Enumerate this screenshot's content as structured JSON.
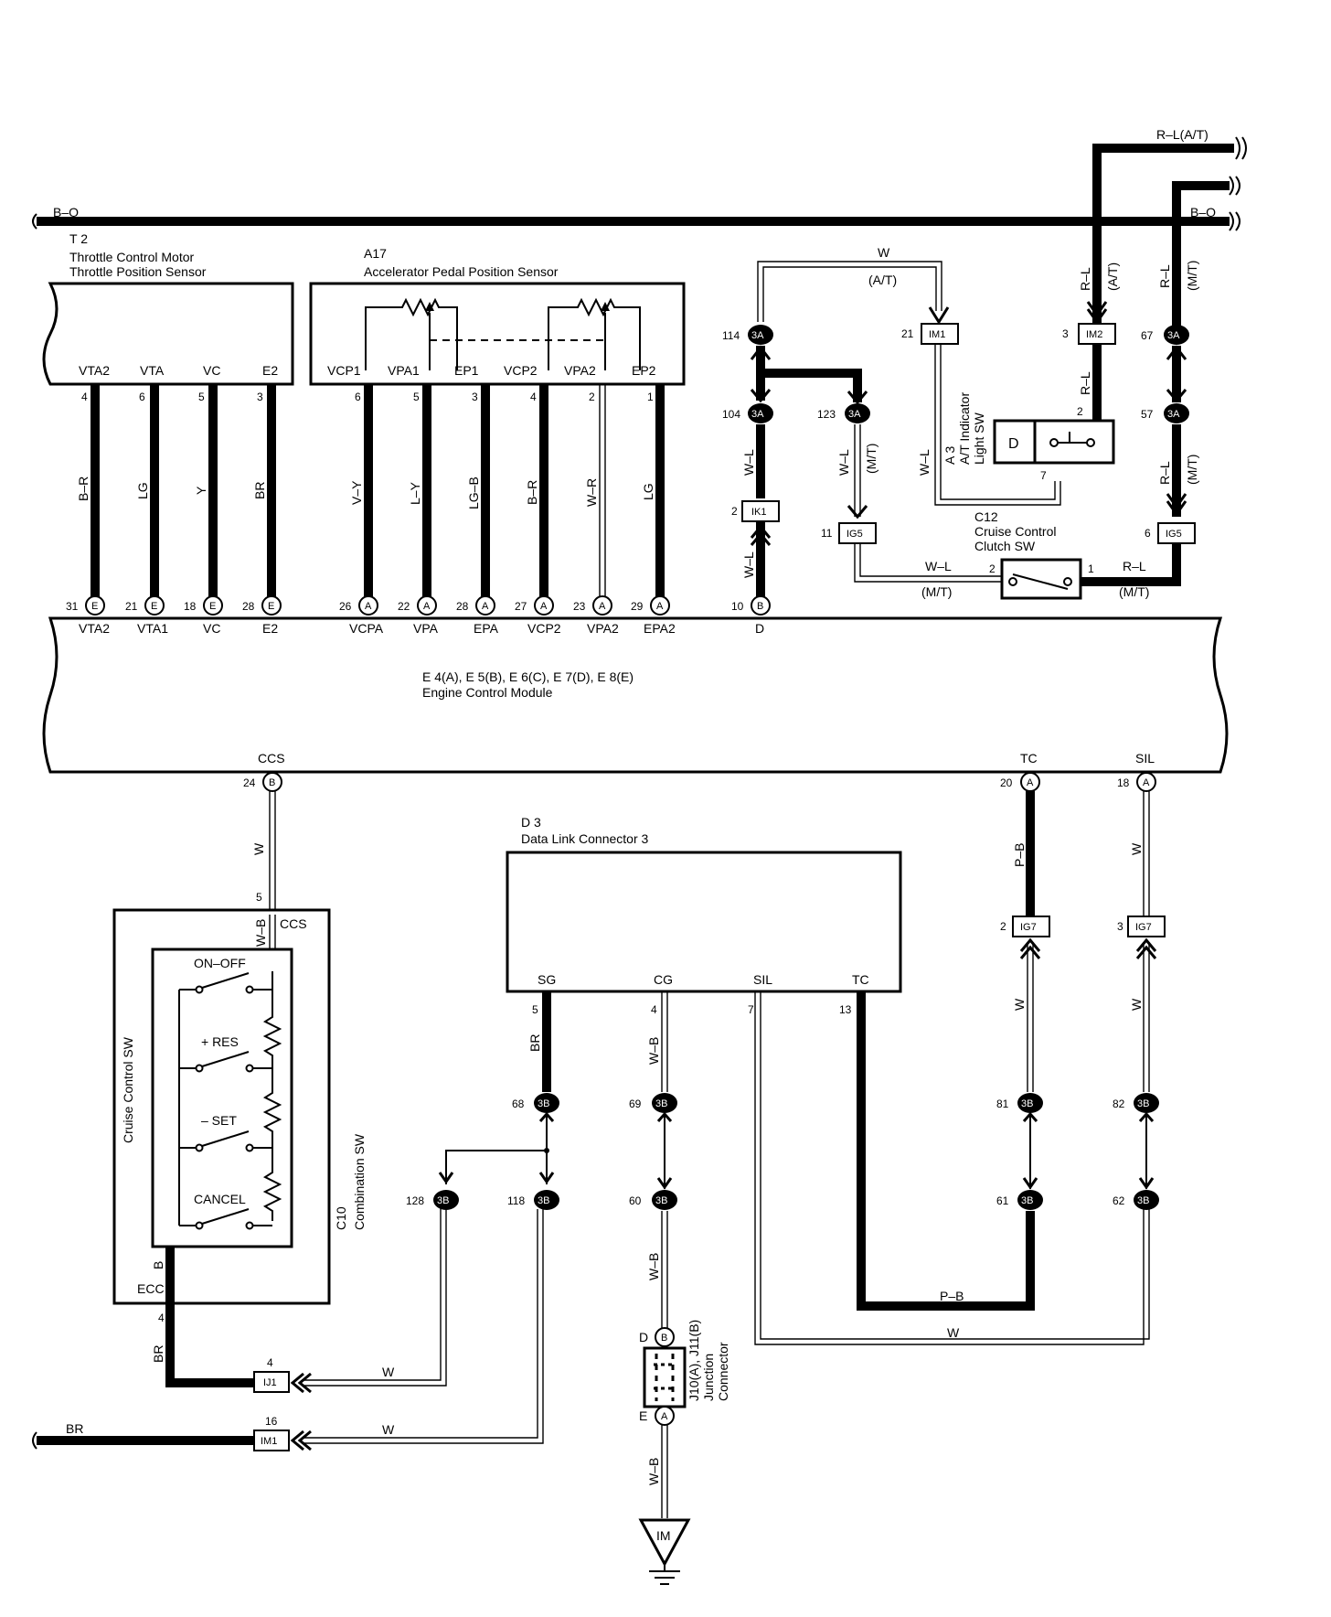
{
  "wires": {
    "b_o_left": "B–O",
    "b_o_right": "B–O",
    "r_l_at_top": "R–L(A/T)",
    "w_top": "W",
    "at_top": "(A/T)",
    "r_l_1": "R–L",
    "at_1": "(A/T)",
    "r_l_2": "R–L",
    "mt_2": "(M/T)",
    "r_l_3": "R–L",
    "r_l_4": "R–L",
    "mt_4": "(M/T)",
    "w_l_1": "W–L",
    "w_l_2": "W–L",
    "mt_wl2": "(M/T)",
    "w_l_3": "W–L",
    "w_l_4": "W–L",
    "w_l_5": "W–L",
    "mt_wl5": "(M/T)",
    "r_l_5": "R–L",
    "mt_rl5": "(M/T)",
    "t2_w1": "B–R",
    "t2_w2": "LG",
    "t2_w3": "Y",
    "t2_w4": "BR",
    "a17_w1": "V–Y",
    "a17_w2": "L–Y",
    "a17_w3": "LG–B",
    "a17_w4": "B–R",
    "a17_w5": "W–R",
    "a17_w6": "LG",
    "ccs_w": "W",
    "w_b_cc": "W–B",
    "b_ecc": "B",
    "br_ij1": "BR",
    "w_ij1": "W",
    "br_im1": "BR",
    "w_im1": "W",
    "br_sg": "BR",
    "w_b_cg": "W–B",
    "w_b_60": "W–B",
    "w_b_gnd": "W–B",
    "p_b_tc": "P–B",
    "p_b_bottom": "P–B",
    "w_bottom": "W",
    "w_sil1": "W",
    "w_ig7_l": "W",
    "w_ig7_r": "W"
  },
  "components": {
    "t2": {
      "id": "T 2",
      "name1": "Throttle Control Motor",
      "name2": "Throttle Position Sensor",
      "pins": [
        "VTA2",
        "VTA",
        "VC",
        "E2"
      ],
      "pin_nums": [
        "4",
        "6",
        "5",
        "3"
      ]
    },
    "a17": {
      "id": "A17",
      "name": "Accelerator Pedal Position Sensor",
      "pins": [
        "VCP1",
        "VPA1",
        "EP1",
        "VCP2",
        "VPA2",
        "EP2"
      ],
      "pin_nums": [
        "6",
        "5",
        "3",
        "4",
        "2",
        "1"
      ]
    },
    "a3": {
      "id": "A 3",
      "name1": "A/T Indicator",
      "name2": "Light SW",
      "d": "D",
      "pin2": "2",
      "pin7": "7"
    },
    "c12": {
      "id": "C12",
      "name1": "Cruise Control",
      "name2": "Clutch SW",
      "pin2": "2",
      "pin1": "1"
    },
    "ecm": {
      "name1": "E 4(A), E 5(B), E 6(C), E 7(D), E 8(E)",
      "name2": "Engine Control Module",
      "top_pins": [
        {
          "num": "31",
          "conn": "E",
          "label": "VTA2"
        },
        {
          "num": "21",
          "conn": "E",
          "label": "VTA1"
        },
        {
          "num": "18",
          "conn": "E",
          "label": "VC"
        },
        {
          "num": "28",
          "conn": "E",
          "label": "E2"
        },
        {
          "num": "26",
          "conn": "A",
          "label": "VCPA"
        },
        {
          "num": "22",
          "conn": "A",
          "label": "VPA"
        },
        {
          "num": "28",
          "conn": "A",
          "label": "EPA"
        },
        {
          "num": "27",
          "conn": "A",
          "label": "VCP2"
        },
        {
          "num": "23",
          "conn": "A",
          "label": "VPA2"
        },
        {
          "num": "29",
          "conn": "A",
          "label": "EPA2"
        },
        {
          "num": "10",
          "conn": "B",
          "label": "D"
        }
      ],
      "ccs": {
        "label": "CCS",
        "num": "24",
        "conn": "B"
      },
      "tc": {
        "label": "TC",
        "num": "20",
        "conn": "A"
      },
      "sil": {
        "label": "SIL",
        "num": "18",
        "conn": "A"
      }
    },
    "d3": {
      "id": "D 3",
      "name": "Data Link Connector 3",
      "pins": [
        "SG",
        "CG",
        "SIL",
        "TC"
      ],
      "pin_nums": [
        "5",
        "4",
        "7",
        "13"
      ]
    },
    "c10": {
      "id": "C10",
      "name": "Combination SW",
      "inner": "Cruise Control SW",
      "ccs": "CCS",
      "ecc": "ECC",
      "pin5": "5",
      "pin4": "4",
      "switches": [
        "ON–OFF",
        "+ RES",
        "– SET",
        "CANCEL"
      ]
    },
    "jc": {
      "name1": "J10(A), J11(B)",
      "name2": "Junction",
      "name3": "Connector",
      "d": "D",
      "e": "E",
      "b": "B",
      "a": "A"
    },
    "ground": {
      "label": "IM"
    }
  },
  "connectors": {
    "c3a_114": {
      "num": "114",
      "code": "3A"
    },
    "c3a_104": {
      "num": "104",
      "code": "3A"
    },
    "c3a_123": {
      "num": "123",
      "code": "3A"
    },
    "c3a_67": {
      "num": "67",
      "code": "3A"
    },
    "c3a_57": {
      "num": "57",
      "code": "3A"
    },
    "im1_21": {
      "num": "21",
      "code": "IM1"
    },
    "im2_3": {
      "num": "3",
      "code": "IM2"
    },
    "ik1_2": {
      "num": "2",
      "code": "IK1"
    },
    "ig5_11": {
      "num": "11",
      "code": "IG5"
    },
    "ig5_6": {
      "num": "6",
      "code": "IG5"
    },
    "ig7_2": {
      "num": "2",
      "code": "IG7"
    },
    "ig7_3": {
      "num": "3",
      "code": "IG7"
    },
    "c3b_68": {
      "num": "68",
      "code": "3B"
    },
    "c3b_69": {
      "num": "69",
      "code": "3B"
    },
    "c3b_128": {
      "num": "128",
      "code": "3B"
    },
    "c3b_118": {
      "num": "118",
      "code": "3B"
    },
    "c3b_60": {
      "num": "60",
      "code": "3B"
    },
    "c3b_81": {
      "num": "81",
      "code": "3B"
    },
    "c3b_82": {
      "num": "82",
      "code": "3B"
    },
    "c3b_61": {
      "num": "61",
      "code": "3B"
    },
    "c3b_62": {
      "num": "62",
      "code": "3B"
    },
    "ij1_4": {
      "num": "4",
      "code": "IJ1"
    },
    "im1_16": {
      "num": "16",
      "code": "IM1"
    }
  }
}
